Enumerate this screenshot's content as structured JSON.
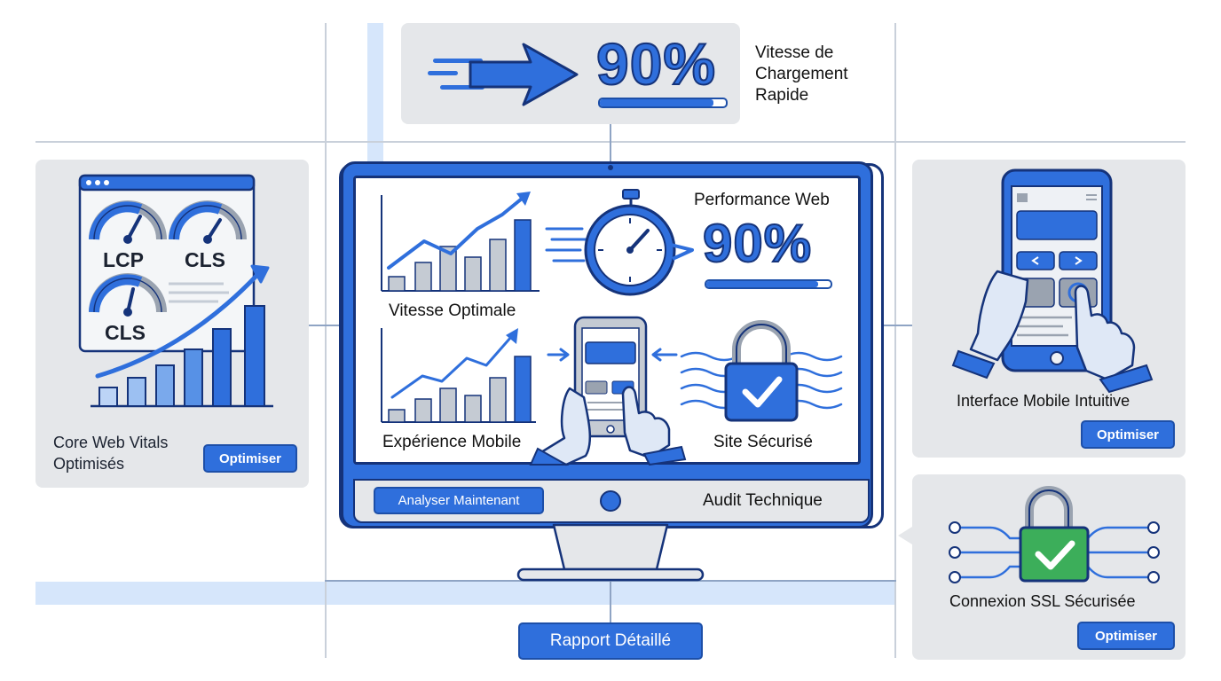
{
  "top_banner": {
    "percent": "90%",
    "label_line1": "Vitesse de",
    "label_line2": "Chargement",
    "label_line3": "Rapide",
    "progress_fraction": 0.9
  },
  "core_web_vitals": {
    "gauge_labels": [
      "LCP",
      "CLS",
      "CLS"
    ],
    "title_line1": "Core Web Vitals",
    "title_line2": "Optimisés",
    "button": "Optimiser"
  },
  "monitor": {
    "cells": {
      "speed": "Vitesse Optimale",
      "performance_title": "Performance Web",
      "performance_percent": "90%",
      "performance_fraction": 0.9,
      "mobile": "Expérience Mobile",
      "secure": "Site Sécurisé"
    },
    "bottom_button": "Analyser Maintenant",
    "bottom_label": "Audit Technique"
  },
  "mobile_panel": {
    "title": "Interface Mobile Intuitive",
    "button": "Optimiser"
  },
  "ssl_panel": {
    "title": "Connexion SSL Sécurisée",
    "button": "Optimiser"
  },
  "report_button": "Rapport Détaillé",
  "colors": {
    "accent": "#2f6fdc",
    "dark_blue": "#15337a",
    "panel_gray": "#e5e7ea",
    "lock_green": "#3cae5a"
  }
}
